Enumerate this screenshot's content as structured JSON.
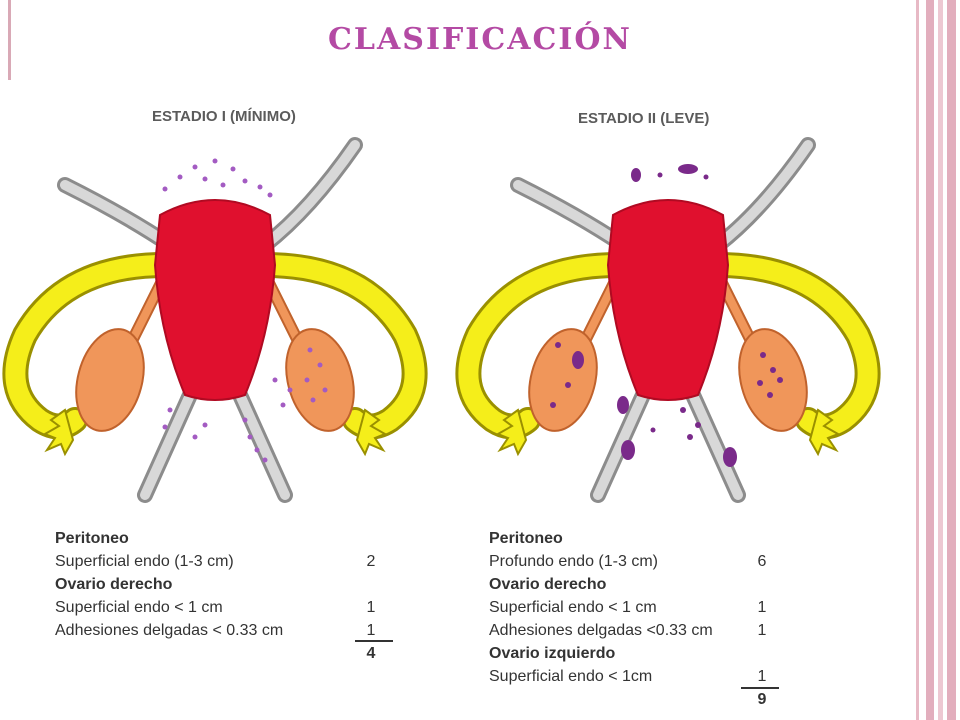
{
  "slide": {
    "title": "CLASIFICACIÓN"
  },
  "stages": [
    {
      "title": "ESTADIO I (MÍNIMO)",
      "table": {
        "rows": [
          {
            "label": "Peritoneo",
            "value": "",
            "bold": true
          },
          {
            "label": "Superficial endo (1-3 cm)",
            "value": "2"
          },
          {
            "label": "Ovario derecho",
            "value": "",
            "bold": true
          },
          {
            "label": "Superficial endo < 1 cm",
            "value": "1"
          },
          {
            "label": "Adhesiones delgadas  < 0.33 cm",
            "value": "1"
          }
        ],
        "total": "4"
      }
    },
    {
      "title": "ESTADIO II (LEVE)",
      "table": {
        "rows": [
          {
            "label": "Peritoneo",
            "value": "",
            "bold": true
          },
          {
            "label": "Profundo endo (1-3 cm)",
            "value": "6"
          },
          {
            "label": "Ovario derecho",
            "value": "",
            "bold": true
          },
          {
            "label": "Superficial endo < 1 cm",
            "value": "1"
          },
          {
            "label": "Adhesiones delgadas <0.33 cm",
            "value": "1"
          },
          {
            "label": "Ovario izquierdo",
            "value": "",
            "bold": true
          },
          {
            "label": "Superficial endo  < 1cm",
            "value": "1"
          }
        ],
        "total": "9"
      }
    }
  ],
  "colors": {
    "title": "#b44aa4",
    "uterus": "#e0102e",
    "tube": "#f5ee1a",
    "ovary": "#f0965a",
    "ligament": "#9a9a9a",
    "lesion": "#7a2a8a"
  }
}
